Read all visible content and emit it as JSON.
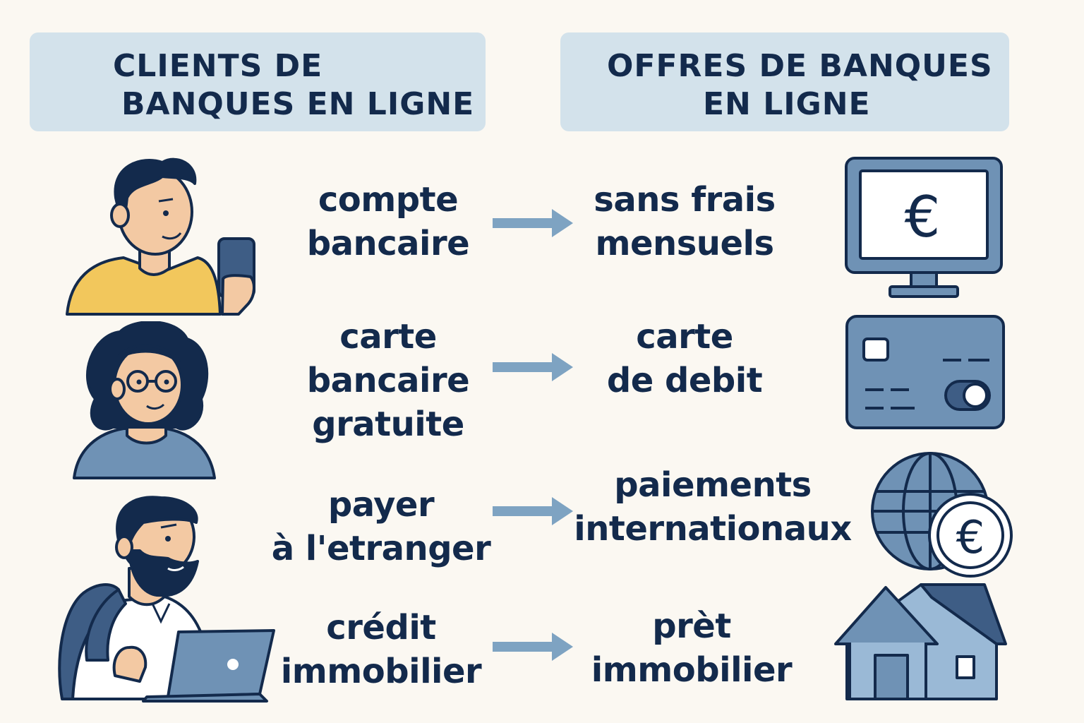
{
  "headers": {
    "left": [
      "CLIENTS DE",
      "BANQUES EN LIGNE"
    ],
    "right": [
      "OFFRES DE BANQUES",
      "EN LIGNE"
    ]
  },
  "rows": [
    {
      "need": [
        "compte",
        "bancaire"
      ],
      "offer": [
        "sans frais",
        "mensuels"
      ],
      "person_icon": "man-phone-icon",
      "offer_icon": "monitor-euro-icon"
    },
    {
      "need": [
        "carte",
        "bancaire",
        "gratuite"
      ],
      "offer": [
        "carte",
        "de debit"
      ],
      "person_icon": "woman-glasses-icon",
      "offer_icon": "credit-card-icon"
    },
    {
      "need": [
        "payer",
        "à l'etranger"
      ],
      "offer": [
        "paiements",
        "internationaux"
      ],
      "person_icon": "bearded-man-laptop-icon",
      "offer_icon": "globe-euro-icon"
    },
    {
      "need": [
        "crédit",
        "immobilier"
      ],
      "offer": [
        "prèt",
        "immobilier"
      ],
      "person_icon": "bearded-man-laptop-icon",
      "offer_icon": "house-icon"
    }
  ],
  "colors": {
    "header_bg": "#d3e2eb",
    "text": "#132a4c",
    "arrow": "#7ea3c2",
    "icon_fill": "#6f92b5",
    "background": "#fbf8f2"
  }
}
